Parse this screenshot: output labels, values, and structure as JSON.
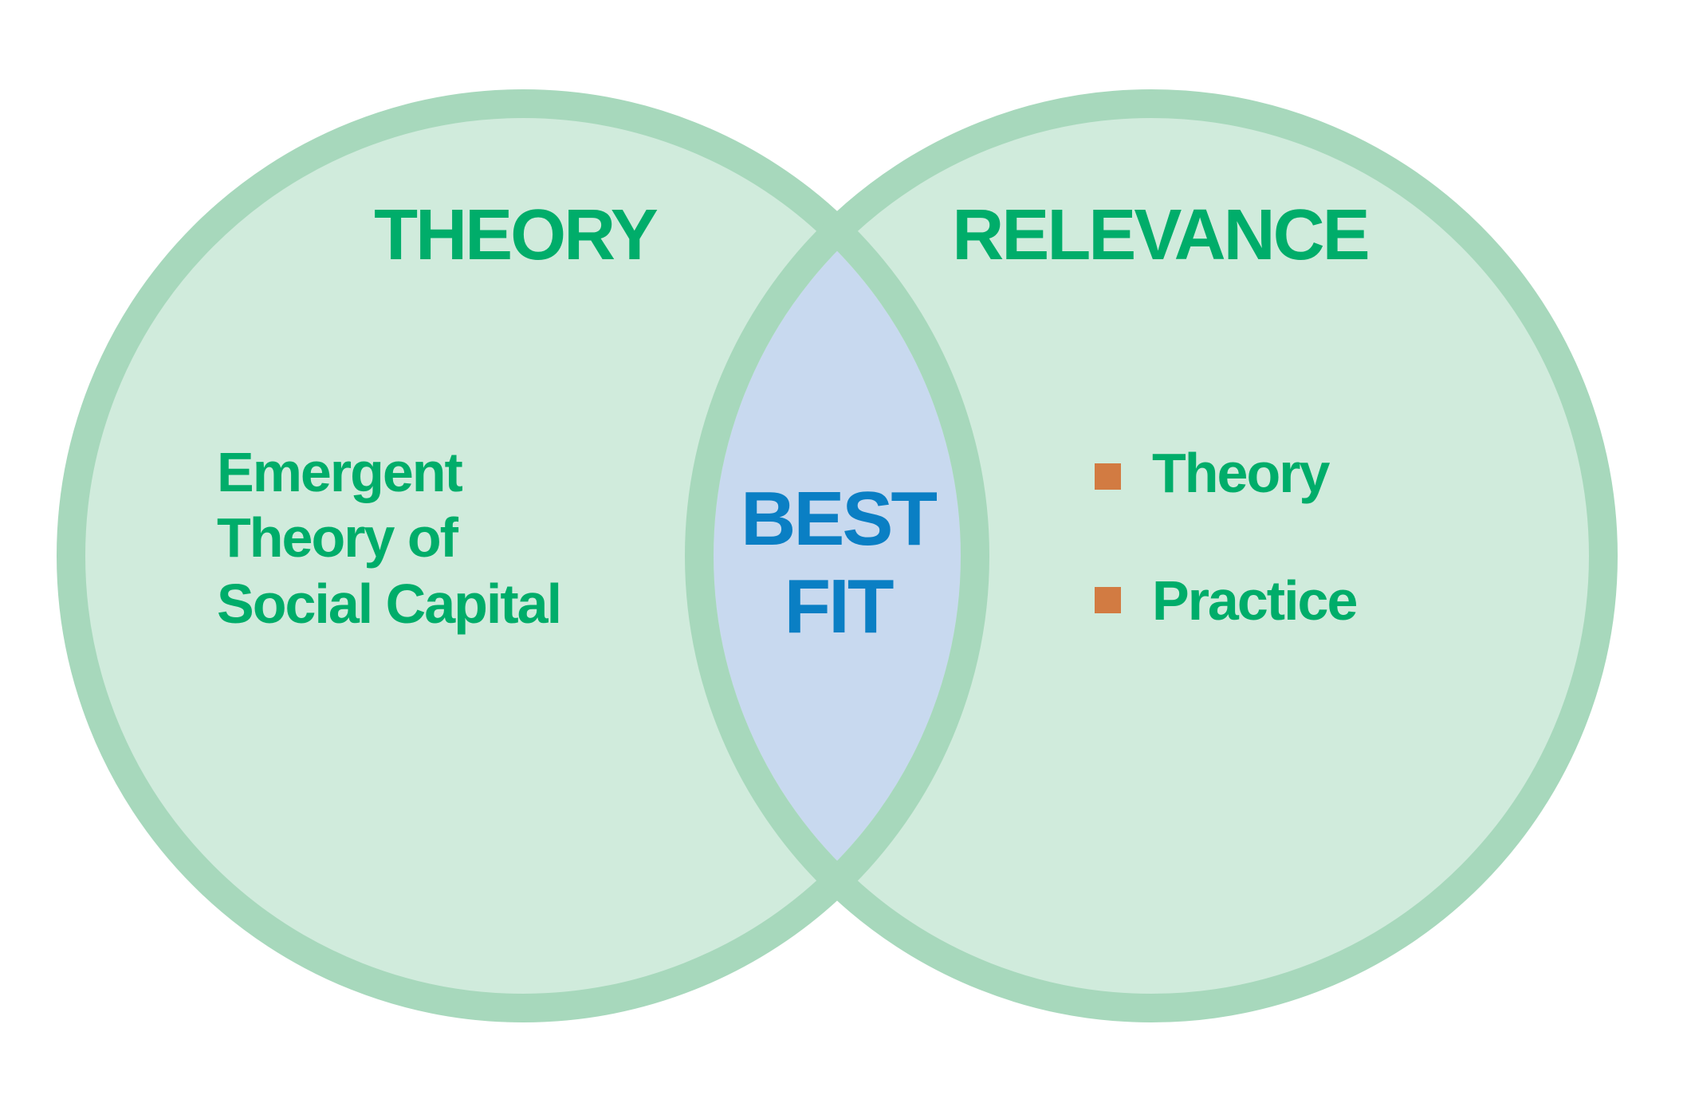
{
  "diagram": {
    "type": "venn",
    "colors": {
      "ring": "#a7d8bc",
      "fill": "#d0ebdc",
      "intersection": "#c8d9ef",
      "text_green": "#00ad6a",
      "text_blue": "#0a7fc4",
      "bullet": "#d27b42",
      "background": "#ffffff"
    },
    "left": {
      "title": "THEORY",
      "lines": [
        "Emergent",
        "Theory of",
        "Social Capital"
      ]
    },
    "right": {
      "title": "RELEVANCE",
      "bullets": [
        "Theory",
        "Practice"
      ]
    },
    "intersection": {
      "lines": [
        "BEST",
        "FIT"
      ]
    }
  }
}
